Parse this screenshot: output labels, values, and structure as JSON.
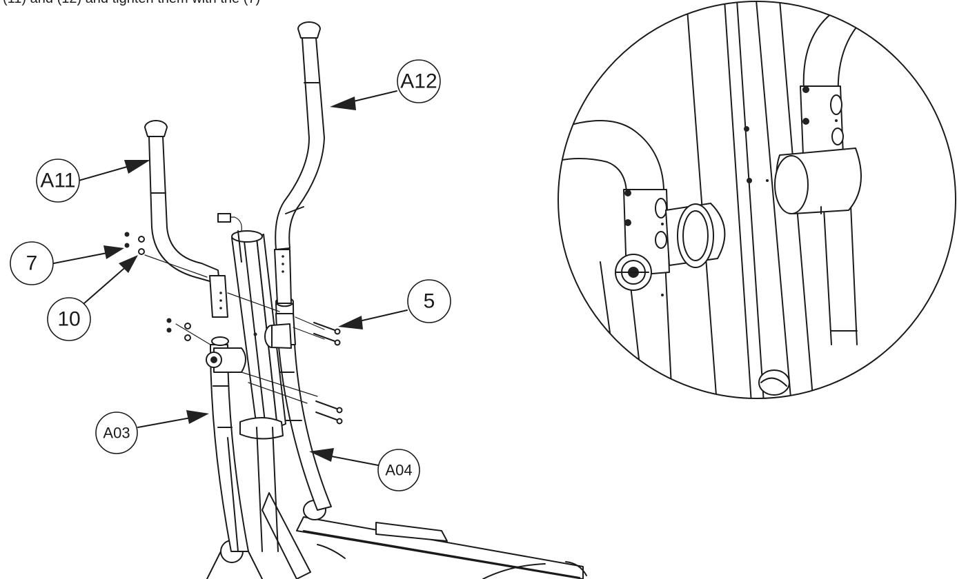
{
  "caption": "(11) and (12) and tighten them with the (7)",
  "callouts": {
    "a11": "A11",
    "a12": "A12",
    "n7": "7",
    "n10": "10",
    "n5": "5",
    "a03": "A03",
    "a04": "A04"
  }
}
